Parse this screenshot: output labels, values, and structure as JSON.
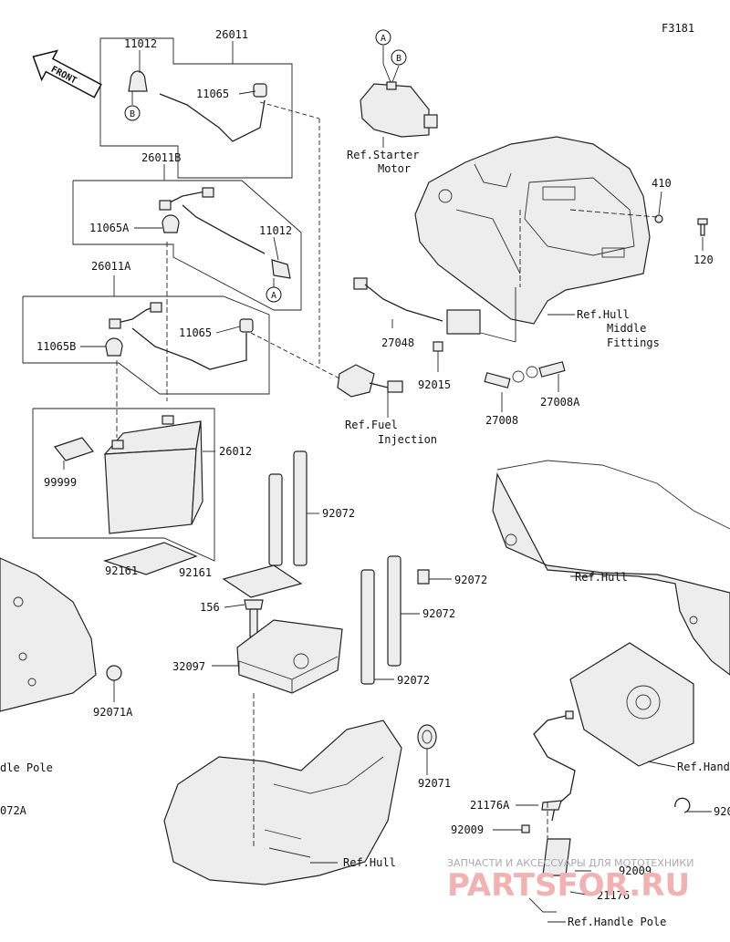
{
  "figure_code": "F3181",
  "front_label": "FRONT",
  "circle_refs": {
    "a": "A",
    "b": "B"
  },
  "parts": {
    "p26011": "26011",
    "p11012_top": "11012",
    "p11065_top": "11065",
    "p26011B": "26011B",
    "p11065A": "11065A",
    "p11012_mid": "11012",
    "p26011A": "26011A",
    "p11065B": "11065B",
    "p11065_mid": "11065",
    "p26012": "26012",
    "p99999": "99999",
    "p92161a": "92161",
    "p92161b": "92161",
    "p92072a": "92072",
    "p92072b": "92072",
    "p92072c": "92072",
    "p92072d": "92072",
    "p156": "156",
    "p32097": "32097",
    "p92071A": "92071A",
    "p92071": "92071",
    "p072A": "072A",
    "p410": "410",
    "p120": "120",
    "p27048": "27048",
    "p92015": "92015",
    "p27008": "27008",
    "p27008A": "27008A",
    "p21176A": "21176A",
    "p92009a": "92009",
    "p92009b": "92009",
    "p21176": "21176",
    "p920": "920"
  },
  "refs": {
    "starter_1": "Ref.Starter",
    "starter_2": "Motor",
    "hull_mid_1": "Ref.Hull",
    "hull_mid_2": "Middle",
    "hull_mid_3": "Fittings",
    "fuel_1": "Ref.Fuel",
    "fuel_2": "Injection",
    "hull_right": "Ref.Hull",
    "hull_bottom": "Ref.Hull",
    "handle_right": "Ref.Hand",
    "handle_bottom": "Ref.Handle Pole",
    "handle_left": "dle Pole"
  },
  "watermark": {
    "line1": "ЗАПЧАСТИ И АКСЕССУАРЫ ДЛЯ МОТОТЕХНИКИ",
    "line2": "PARTSFOR.RU"
  }
}
